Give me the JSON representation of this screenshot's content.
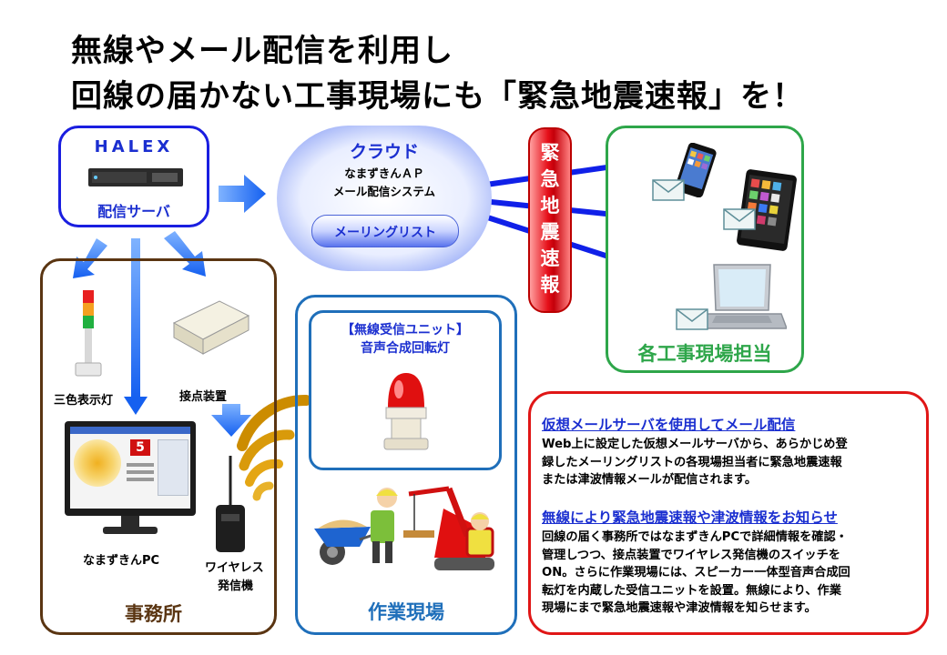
{
  "title": {
    "line1": "無線やメール配信を利用し",
    "line2": "回線の届かない工事現場にも「緊急地震速報」を！"
  },
  "server_box": {
    "brand": "HALEX",
    "label": "配信サーバ"
  },
  "cloud": {
    "title": "クラウド",
    "sub1": "なまずきんＡＰ",
    "sub2": "メール配信システム",
    "pill": "メーリングリスト"
  },
  "alert_banner": {
    "text": "緊急地震速報",
    "chars": [
      "緊",
      "急",
      "地",
      "震",
      "速",
      "報"
    ]
  },
  "site_managers": {
    "label": "各工事現場担当"
  },
  "office": {
    "label": "事務所",
    "devices": {
      "tower_light": "三色表示灯",
      "contact_device": "接点装置",
      "pc": "なまずきんPC",
      "wireless_line1": "ワイヤレス",
      "wireless_line2": "発信機"
    }
  },
  "worksite": {
    "label": "作業現場",
    "unit_title": "【無線受信ユニット】",
    "unit_sub": "音声合成回転灯"
  },
  "info_panel": {
    "heading1": "仮想メールサーバを使用してメール配信",
    "body1": [
      "Web上に設定した仮想メールサーバから、あらかじめ登",
      "録したメーリングリストの各現場担当者に緊急地震速報",
      "または津波情報メールが配信されます。"
    ],
    "heading2": "無線により緊急地震速報や津波情報をお知らせ",
    "body2": [
      "回線の届く事務所ではなまずきんPCで詳細情報を確認・",
      "管理しつつ、接点装置でワイヤレス発信機のスイッチを",
      "ON。さらに作業現場には、スピーカー一体型音声合成回",
      "転灯を内蔵した受信ユニットを設置。無線により、作業",
      "現場にまで緊急地震速報や津波情報を知らせます。"
    ]
  },
  "pc_screen": {
    "value": "5"
  },
  "colors": {
    "blue_border": "#1a1ee0",
    "brown_border": "#5a3512",
    "steel_border": "#1f6fba",
    "green_border": "#2ea64a",
    "red_border": "#e01616",
    "heading_blue": "#1b2fd0",
    "alert_red": "#e0101a"
  }
}
